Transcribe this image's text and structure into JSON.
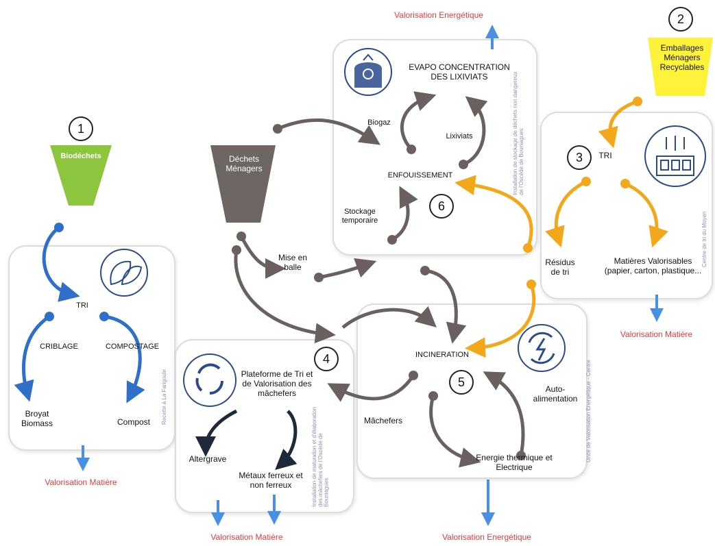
{
  "colors": {
    "blue_flow": "#2f6fc9",
    "grey_flow": "#6b6060",
    "orange_flow": "#f3a81b",
    "dark_flow": "#1e2a3a",
    "output_arrow": "#4a90e2",
    "output_text": "#e23b3b",
    "green_funnel": "#8cc63e",
    "yellow_funnel": "#fff23a",
    "grey_funnel": "#6e6663",
    "icon_stroke": "#2a4a8c"
  },
  "numbers": {
    "n1": "1",
    "n2": "2",
    "n3": "3",
    "n4": "4",
    "n5": "5",
    "n6": "6"
  },
  "funnels": {
    "biodechets": "Biodéchets",
    "dechets_menagers": "Déchets Ménagers",
    "emballages": "Emballages Ménagers Recyclables"
  },
  "box1": {
    "tri": "TRI",
    "criblage": "CRIBLAGE",
    "compostage": "COMPOSTAGE",
    "broyat": "Broyat Biomass",
    "compost": "Compost",
    "vertical_note": "Recette à La Farigoule",
    "icon": "leaves-icon"
  },
  "box6": {
    "evapo": "EVAPO CONCENTRATION DES LIXIVIATS",
    "biogaz": "Biogaz",
    "lixiviats": "Lixiviats",
    "enfouissement": "ENFOUISSEMENT",
    "stockage": "Stockage temporaire",
    "vertical_note": "Installation de stockage de déchets non dangereux de l'Oscède de Bouniagues",
    "icon": "landfill-bag-icon"
  },
  "box3": {
    "tri": "TRI",
    "residus": "Résidus de tri",
    "matieres": "Matières Valorisables (papier, carton, plastique...",
    "vertical_note": "Centre de tri du Moyen",
    "icon": "sorting-machine-icon"
  },
  "box4": {
    "plateforme": "Plateforme de Tri et de Valorisation des mâchefers",
    "altergrave": "Altergrave",
    "metaux": "Métaux ferreux et non ferreux",
    "vertical_note": "Installation de maturation et d'élaboration des mâchefers de l'Oscède de Bouniagues",
    "icon": "recycle-arrows-icon"
  },
  "box5": {
    "incineration": "INCINERATION",
    "auto": "Auto-alimentation",
    "energie": "Energie thermique et Electrique",
    "machefers": "Mâchefers",
    "vertical_note": "Unité de Valorisation Energétique - Centre",
    "icon": "energy-cycle-icon"
  },
  "misc": {
    "mise_en_balle": "Mise en balle"
  },
  "outputs": {
    "top": "Valorisation Energétique",
    "box1": "Valorisation Matière",
    "box3": "Valorisation Matière",
    "box4": "Valorisation Matière",
    "box5": "Valorisation Energétique"
  }
}
